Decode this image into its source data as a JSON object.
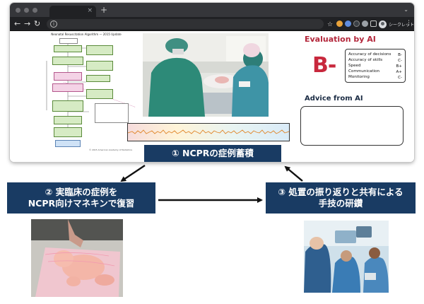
{
  "browser": {
    "new_tab_glyph": "+",
    "tab_close_glyph": "×",
    "profile_label": "シークレット"
  },
  "algorithm": {
    "title": "Neonatal Resuscitation Algorithm — 2015 Update",
    "footnote": "© 2015 American Academy of Pediatrics"
  },
  "evaluation": {
    "title": "Evaluation by AI",
    "grade": "B-",
    "items": [
      {
        "label": "Accuracy of decisions",
        "grade": "B-"
      },
      {
        "label": "Accuracy of skills",
        "grade": "C-"
      },
      {
        "label": "Speed",
        "grade": "B+"
      },
      {
        "label": "Communication",
        "grade": "A+"
      },
      {
        "label": "Monitoring",
        "grade": "C-"
      }
    ]
  },
  "advice": {
    "title": "Advice from AI"
  },
  "labels": {
    "step1": "① NCPRの症例蓄積",
    "step2_line1": "② 実臨床の症例を",
    "step2_line2": "NCPR向けマネキンで復習",
    "step3_line1": "③ 処置の振り返りと共有による",
    "step3_line2": "手技の研鑽"
  },
  "colors": {
    "navy": "#193b63",
    "accent_red": "#c8283d",
    "flow_green": "#d6ebc4",
    "flow_pink": "#f4d3e6"
  }
}
